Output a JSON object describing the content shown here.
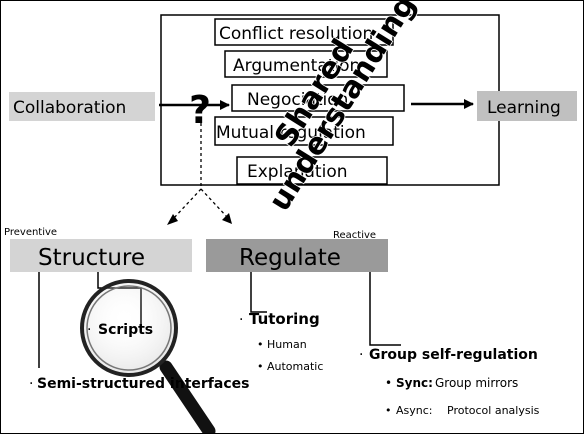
{
  "center_boxes": [
    "Conflict resolution",
    "Argumentation",
    "Negociation",
    "Mutual regulation",
    "Explanation"
  ],
  "left_label": "Collaboration",
  "right_label": "Learning",
  "question_mark": "?",
  "diagonal_text": [
    "Shared",
    "understanding"
  ],
  "preventive_label": "Preventive",
  "reactive_label": "Reactive",
  "structure_label": "Structure",
  "regulate_label": "Regulate",
  "scripts_label": "Scripts",
  "semi_label": "Semi-structured interfaces",
  "tutoring_label": "Tutoring",
  "tutoring_items": [
    "Human",
    "Automatic"
  ],
  "group_label": "Group self-regulation",
  "sync": {
    "prefix": "Sync:",
    "text": "Group mirrors"
  },
  "async": {
    "prefix": "Async:",
    "text": "Protocol analysis"
  },
  "bullet": "·",
  "colors": {
    "grey_light": "#d4d4d4",
    "grey_dark": "#9a9a9a",
    "lens_handle": "#111111"
  }
}
